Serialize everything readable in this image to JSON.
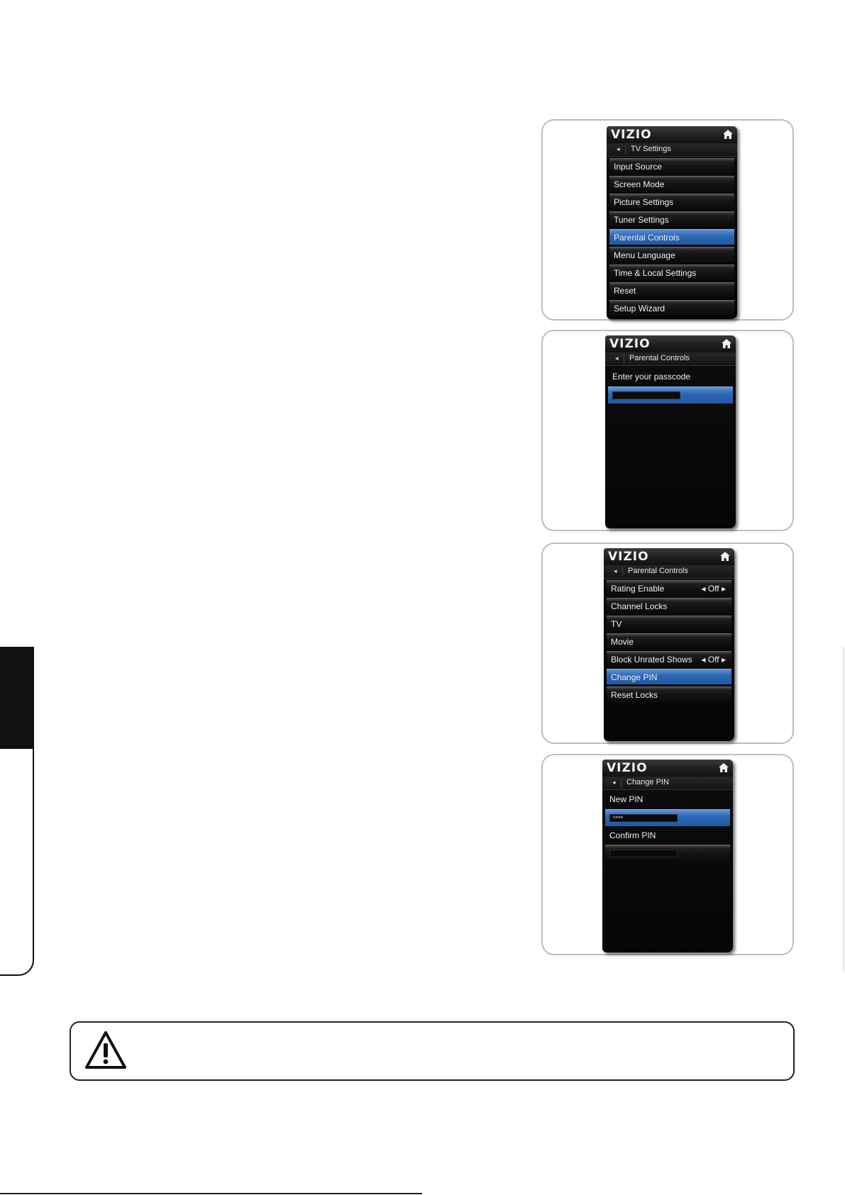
{
  "brand": {
    "logo": "VIZIO",
    "icon_color": "#f2f2f2"
  },
  "screens": [
    {
      "breadcrumb": "TV Settings",
      "items": [
        {
          "label": "Input Source"
        },
        {
          "label": "Screen Mode"
        },
        {
          "label": "Picture Settings"
        },
        {
          "label": "Tuner Settings"
        },
        {
          "label": "Parental Controls",
          "selected": true
        },
        {
          "label": "Menu Language"
        },
        {
          "label": "Time & Local Settings"
        },
        {
          "label": "Reset"
        },
        {
          "label": "Setup Wizard"
        }
      ]
    },
    {
      "breadcrumb": "Parental Controls",
      "prompt": "Enter your passcode",
      "passcode_value": ""
    },
    {
      "breadcrumb": "Parental Controls",
      "items": [
        {
          "label": "Rating Enable",
          "value": "Off"
        },
        {
          "label": "Channel Locks"
        },
        {
          "label": "TV"
        },
        {
          "label": "Movie"
        },
        {
          "label": "Block Unrated Shows",
          "value": "Off"
        },
        {
          "label": "Change PIN",
          "selected": true
        },
        {
          "label": "Reset Locks"
        }
      ]
    },
    {
      "breadcrumb": "Change PIN",
      "new_pin_label": "New PIN",
      "new_pin_value": "****",
      "confirm_pin_label": "Confirm PIN",
      "confirm_pin_value": ""
    }
  ],
  "colors": {
    "selected": "#2e68b4",
    "panel": "#0b0b0b",
    "frame_border": "#bdbdbd"
  }
}
